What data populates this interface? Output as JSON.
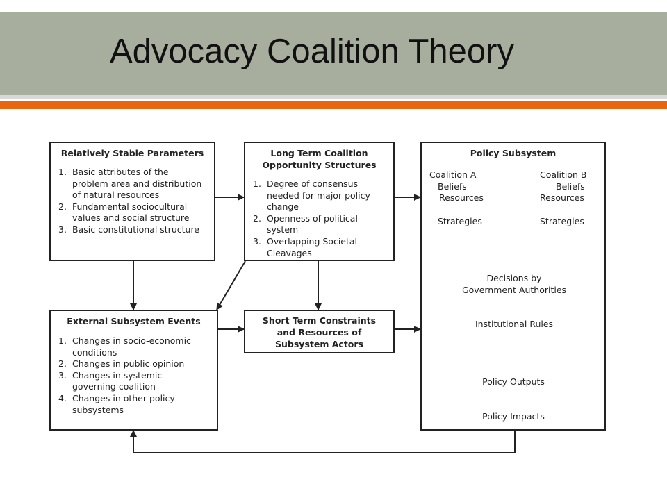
{
  "slide": {
    "title": "Advocacy Coalition Theory"
  },
  "diagram": {
    "stable_parameters": {
      "title": "Relatively Stable Parameters",
      "items": [
        {
          "num": "1.",
          "text": "Basic attributes of the problem area and distribution of natural resources"
        },
        {
          "num": "2.",
          "text": "Fundamental sociocultural values and social structure"
        },
        {
          "num": "3.",
          "text": "Basic constitutional structure"
        }
      ]
    },
    "long_term": {
      "title_line1": "Long Term Coalition",
      "title_line2": "Opportunity Structures",
      "items": [
        {
          "num": "1.",
          "text": "Degree of consensus needed for major policy change"
        },
        {
          "num": "2.",
          "text": "Openness of political system"
        },
        {
          "num": "3.",
          "text": "Overlapping Societal Cleavages"
        }
      ]
    },
    "external_events": {
      "title": "External Subsystem Events",
      "items": [
        {
          "num": "1.",
          "text": "Changes in socio-economic conditions"
        },
        {
          "num": "2.",
          "text": "Changes in public opinion"
        },
        {
          "num": "3.",
          "text": "Changes in systemic governing coalition"
        },
        {
          "num": "4.",
          "text": "Changes in other policy subsystems"
        }
      ]
    },
    "short_term": {
      "title_line1": "Short Term Constraints",
      "title_line2": "and Resources of",
      "title_line3": "Subsystem Actors"
    },
    "policy_subsystem": {
      "title": "Policy Subsystem",
      "coalition_a": {
        "name": "Coalition A",
        "beliefs": "Beliefs",
        "resources": "Resources",
        "strategies": "Strategies"
      },
      "coalition_b": {
        "name": "Coalition B",
        "beliefs": "Beliefs",
        "resources": "Resources",
        "strategies": "Strategies"
      },
      "decisions_line1": "Decisions by",
      "decisions_line2": "Government Authorities",
      "institutional_rules": "Institutional Rules",
      "policy_outputs": "Policy Outputs",
      "policy_impacts": "Policy Impacts"
    }
  }
}
